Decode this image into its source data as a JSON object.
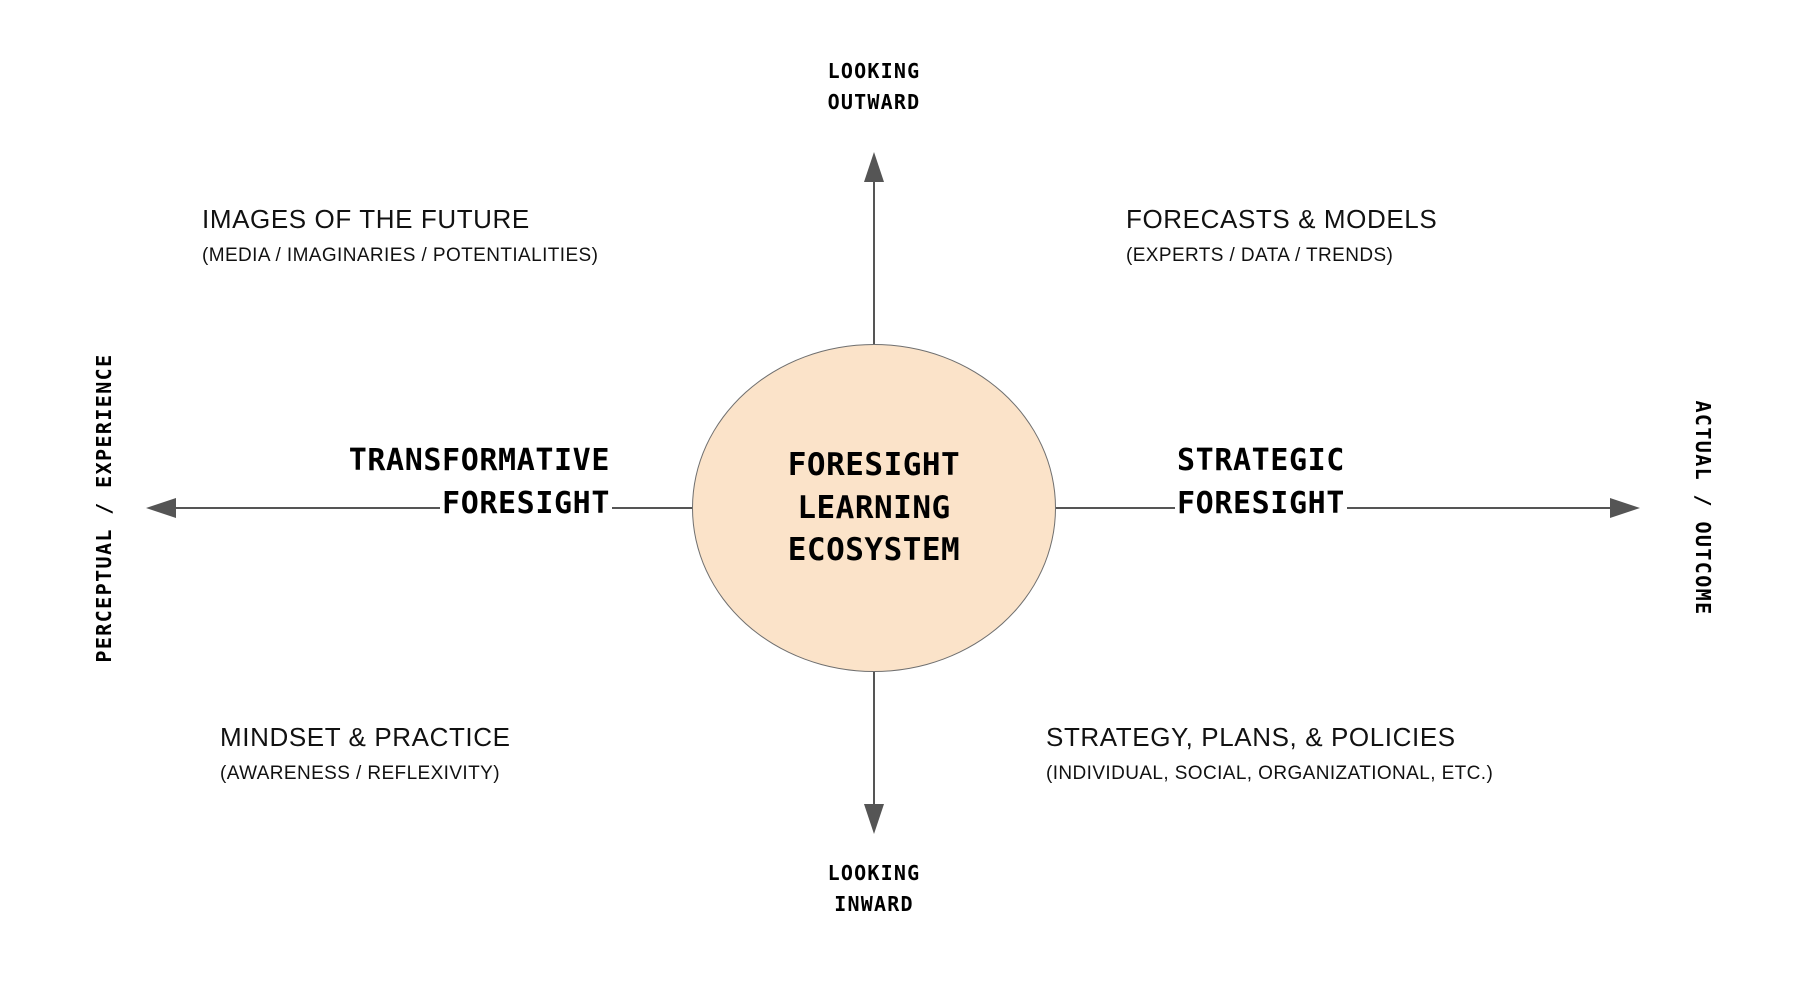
{
  "diagram": {
    "title": "Foresight Learning Ecosystem",
    "colors": {
      "hub_fill": "#FBE3C9",
      "hub_stroke": "#6f6f6f",
      "axis_stroke": "#555555",
      "text": "#111111",
      "background": "#ffffff"
    },
    "hub": {
      "lines": [
        "FORESIGHT",
        "LEARNING",
        "ECOSYSTEM"
      ]
    },
    "axes": {
      "vertical": {
        "top_label_lines": [
          "LOOKING",
          "OUTWARD"
        ],
        "bottom_label_lines": [
          "LOOKING",
          "INWARD"
        ]
      },
      "horizontal": {
        "left_axis_label": "PERCEPTUAL / EXPERIENCE",
        "right_axis_label": "ACTUAL / OUTCOME",
        "left_pole_lines": [
          "TRANSFORMATIVE",
          "FORESIGHT"
        ],
        "right_pole_lines": [
          "STRATEGIC",
          "FORESIGHT"
        ]
      }
    },
    "quadrants": {
      "top_left": {
        "title": "IMAGES OF THE FUTURE",
        "subtitle": "(MEDIA / IMAGINARIES / POTENTIALITIES)"
      },
      "top_right": {
        "title": "FORECASTS & MODELS",
        "subtitle": "(EXPERTS / DATA / TRENDS)"
      },
      "bottom_left": {
        "title": "MINDSET & PRACTICE",
        "subtitle": "(AWARENESS / REFLEXIVITY)"
      },
      "bottom_right": {
        "title": "STRATEGY, PLANS, & POLICIES",
        "subtitle": "(INDIVIDUAL, SOCIAL, ORGANIZATIONAL, ETC.)"
      }
    }
  }
}
